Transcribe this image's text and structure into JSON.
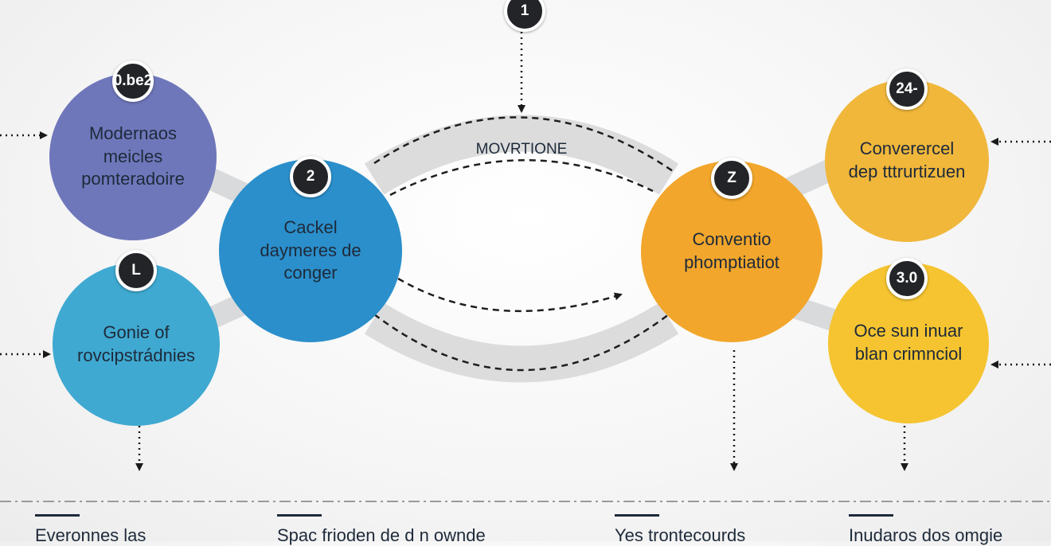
{
  "top_step": {
    "badge": "1"
  },
  "loop": {
    "label": "MOVRTIONE"
  },
  "nodes": [
    {
      "id": "modernaos",
      "badge": "0.be2",
      "label": "Modernaos\nmeicles\npomteradoire",
      "color": "#6f77bb"
    },
    {
      "id": "gonie",
      "badge": "L",
      "label": "Gonie of\nrovcipstrádnies",
      "color": "#3fa9d1"
    },
    {
      "id": "cackel",
      "badge": "2",
      "label": "Cackel\ndaymeres de\nconger",
      "color": "#2b8fcb"
    },
    {
      "id": "conventio",
      "badge": "Z",
      "label": "Conventio\nphomptiatiot",
      "color": "#f2a62b"
    },
    {
      "id": "converercel",
      "badge": "24-",
      "label": "Converercel\ndep tttrurtizuen",
      "color": "#f0b73b"
    },
    {
      "id": "oce",
      "badge": "3.0",
      "label": "Oce sun inuar\nblan crimnciol",
      "color": "#f5c430"
    }
  ],
  "footer": [
    "Everonnes las",
    "Spac frioden de d n ownde",
    "Yes trontecourds",
    "Inudaros dos omgie"
  ]
}
